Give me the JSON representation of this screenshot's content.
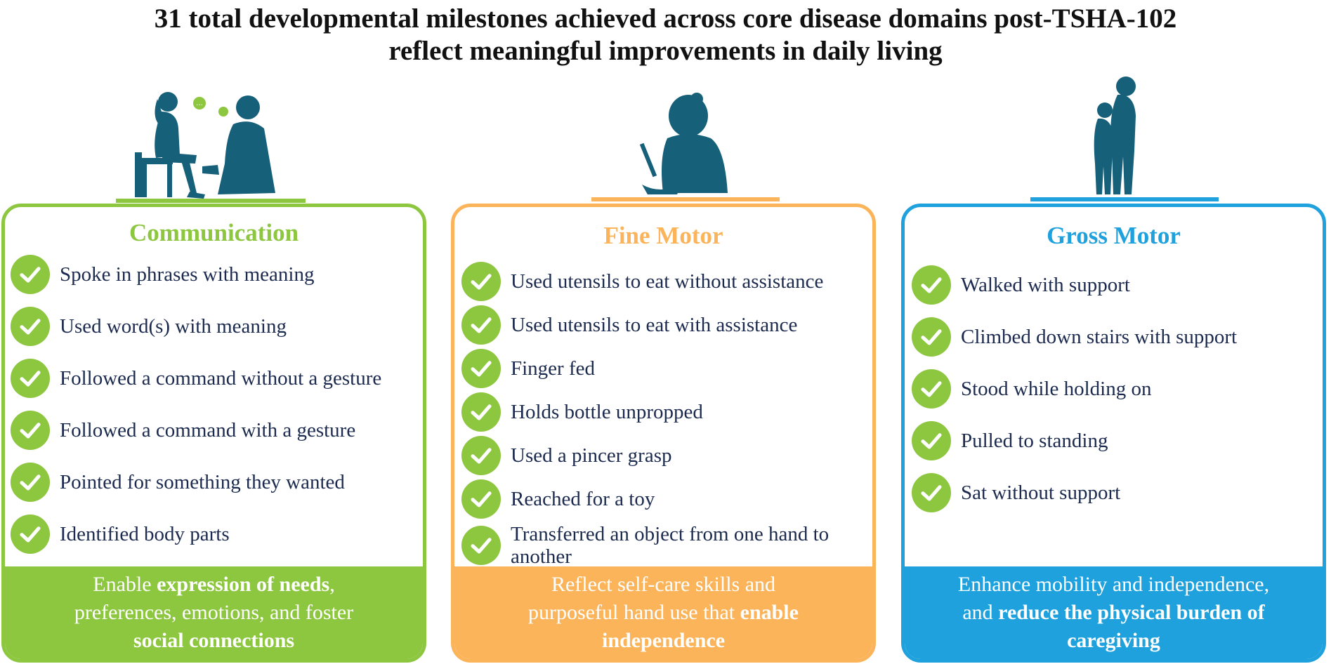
{
  "title": {
    "line1": "31 total developmental milestones achieved across core disease domains post-TSHA-102",
    "line2": "reflect meaningful improvements in daily living"
  },
  "colors": {
    "communication": "#8dc63f",
    "fine_motor": "#fbb45a",
    "gross_motor": "#1ea1dc",
    "silhouette": "#17607a",
    "text": "#1b2a4e"
  },
  "panels": {
    "communication": {
      "heading": "Communication",
      "icon": "conversation-silhouette-icon",
      "items": [
        "Spoke in phrases with meaning",
        "Used word(s) with meaning",
        "Followed a command without a gesture",
        "Followed a command with a gesture",
        "Pointed for something they wanted",
        "Identified body parts"
      ],
      "footer": {
        "l1a": "Enable ",
        "l1b": "expression of needs",
        "l1c": ",",
        "l2": "preferences, emotions, and foster",
        "l3": "social connections"
      }
    },
    "fine_motor": {
      "heading": "Fine Motor",
      "icon": "child-eating-silhouette-icon",
      "items": [
        "Used utensils to eat without assistance",
        "Used utensils to eat with assistance",
        "Finger fed",
        "Holds bottle unpropped",
        "Used a pincer grasp",
        "Reached for a toy",
        "Transferred an object from one hand to another"
      ],
      "footer": {
        "l1": "Reflect self-care skills and",
        "l2a": "purposeful hand use that ",
        "l2b": "enable",
        "l3": "independence"
      }
    },
    "gross_motor": {
      "heading": "Gross Motor",
      "icon": "parent-child-standing-silhouette-icon",
      "items": [
        "Walked with support",
        "Climbed down stairs with support",
        "Stood while holding on",
        "Pulled to standing",
        "Sat without support"
      ],
      "footer": {
        "l1": "Enhance mobility and independence,",
        "l2a": "and ",
        "l2b": "reduce the physical burden of",
        "l3": "caregiving"
      }
    }
  }
}
